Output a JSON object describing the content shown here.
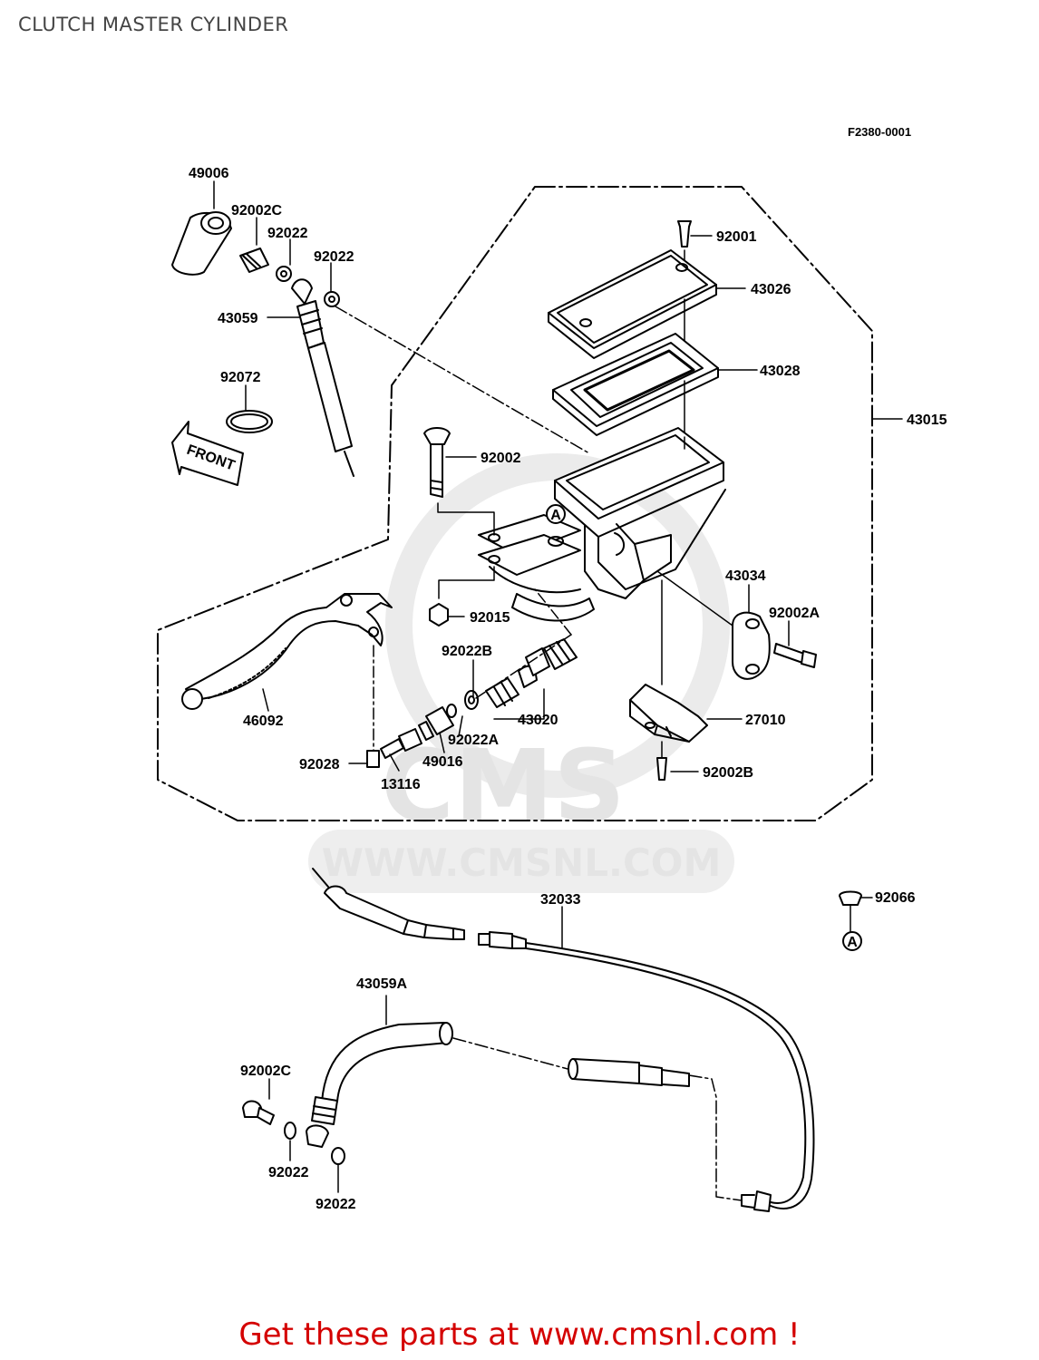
{
  "title": "CLUTCH MASTER CYLINDER",
  "diagram_code": "F2380-0001",
  "front_marker": "FRONT",
  "ref_marker": "A",
  "watermark": {
    "brand": "CMS",
    "url": "WWW.CMSNL.COM"
  },
  "parts": {
    "p49006": "49006",
    "p92002c_top": "92002C",
    "p92022_top_a": "92022",
    "p92022_top_b": "92022",
    "p43059": "43059",
    "p92072": "92072",
    "p92001": "92001",
    "p43026": "43026",
    "p43028": "43028",
    "p43015": "43015",
    "p92002": "92002",
    "p43034": "43034",
    "p92002a_right": "92002A",
    "p92015": "92015",
    "p92022b": "92022B",
    "p43020": "43020",
    "p27010": "27010",
    "p46092": "46092",
    "p92022a": "92022A",
    "p49016": "49016",
    "p92028": "92028",
    "p13116": "13116",
    "p92002b": "92002B",
    "p32033": "32033",
    "p92066": "92066",
    "p43059a": "43059A",
    "p92002c_bot": "92002C",
    "p92022_bot_a": "92022",
    "p92022_bot_b": "92022"
  },
  "footer": "Get these parts at www.cmsnl.com !",
  "colors": {
    "line": "#000000",
    "footer": "#d40000",
    "watermark": "#e4e4e4",
    "title": "#444444"
  }
}
